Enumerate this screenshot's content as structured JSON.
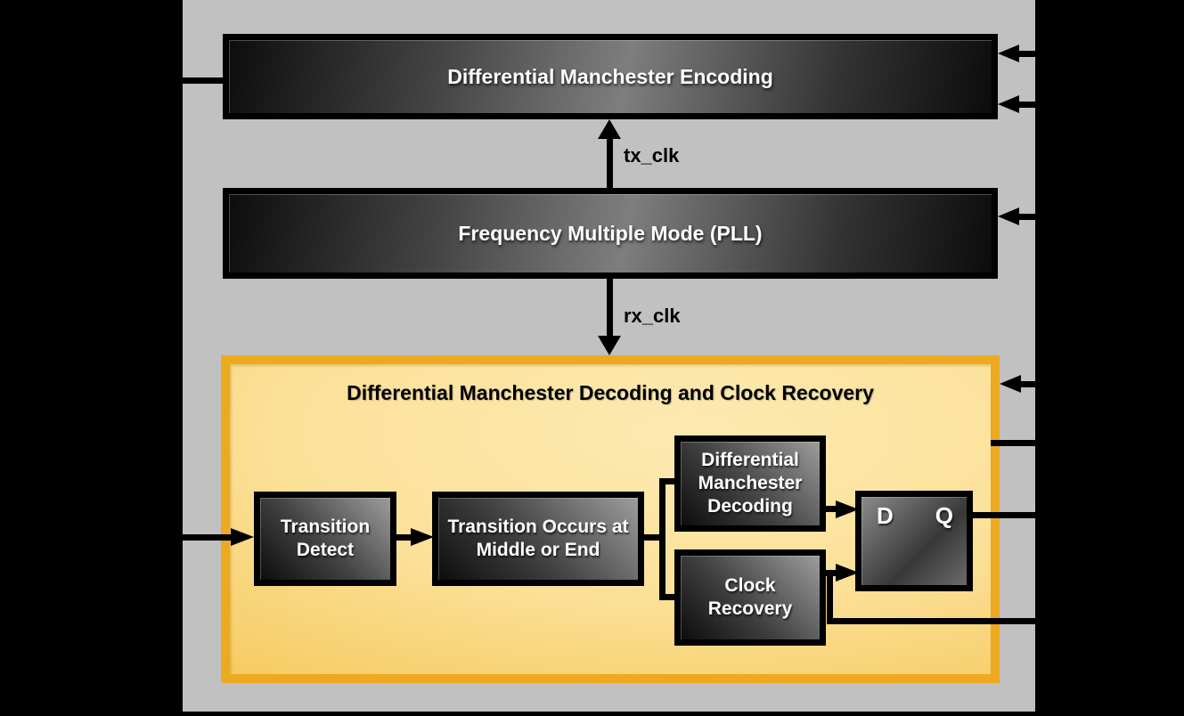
{
  "blocks": {
    "encoder": {
      "label": "Differential Manchester Encoding"
    },
    "pll": {
      "label": "Frequency Multiple Mode (PLL)"
    },
    "decoder": {
      "title": "Differential Manchester Decoding and Clock Recovery",
      "transition_detect": "Transition Detect",
      "transition_occurs": "Transition Occurs at Middle or End",
      "dm_decoding": "Differential Manchester Decoding",
      "clock_recovery": "Clock Recovery",
      "flipflop": {
        "d": "D",
        "q": "Q"
      }
    }
  },
  "signals": {
    "tx_clk": "tx_clk",
    "rx_clk": "rx_clk"
  },
  "colors": {
    "background": "#000000",
    "canvas_gray": "#c1c1c1",
    "line_black": "#000000",
    "accent_border": "#eda91f",
    "accent_fill_light": "#fdeab2",
    "accent_fill_dark": "#efb02b",
    "block_text": "#ffffff",
    "title_text": "#000000"
  }
}
